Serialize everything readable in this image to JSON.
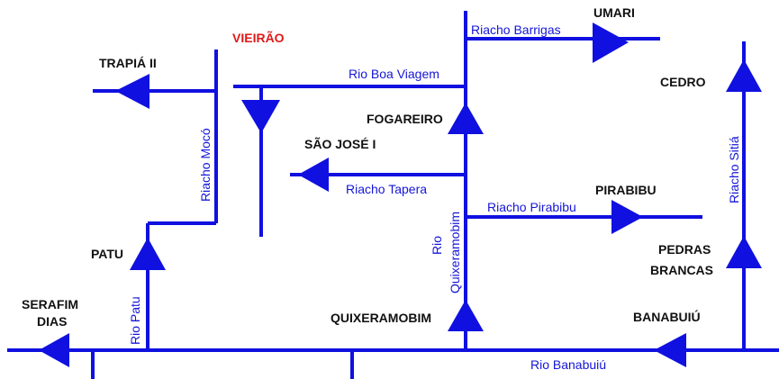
{
  "nodes": {
    "vieirao": "VIEIRÃO",
    "umari": "UMARI",
    "trapia": "TRAPIÁ II",
    "cedro": "CEDRO",
    "fogareiro": "FOGAREIRO",
    "sao_jose": "SÃO JOSÉ I",
    "pirabibu": "PIRABIBU",
    "patu": "PATU",
    "pedras_1": "PEDRAS",
    "pedras_2": "BRANCAS",
    "serafim_1": "SERAFIM",
    "serafim_2": "DIAS",
    "quixeramobim": "QUIXERAMOBIM",
    "banabuiu": "BANABUIÚ"
  },
  "rivers": {
    "barrigas": "Riacho Barrigas",
    "boa_viagem": "Rio Boa Viagem",
    "moco": "Riacho Mocó",
    "tapera": "Riacho Tapera",
    "pirabibu": "Riacho Pirabibu",
    "sitia": "Riacho Sitiá",
    "quixeramobim_1": "Rio",
    "quixeramobim_2": "Quixeramobim",
    "patu": "Rio Patu",
    "banabuiu": "Rio Banabuiú"
  },
  "colors": {
    "river": "#1010e0",
    "label": "#1515d8",
    "highlight": "#e01818"
  }
}
